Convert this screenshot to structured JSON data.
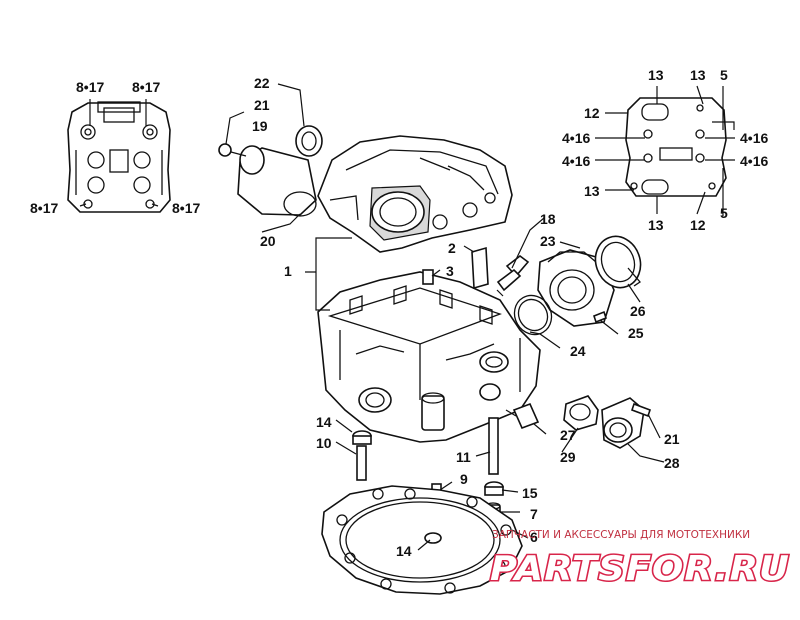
{
  "labels": {
    "tl_8_17_a": "8•17",
    "tl_8_17_b": "8•17",
    "tl_8_17_c": "8•17",
    "tl_8_17_d": "8•17",
    "tr_13_a": "13",
    "tr_13_b": "13",
    "tr_5_a": "5",
    "tr_12_a": "12",
    "tr_4_16_a": "4•16",
    "tr_4_16_b": "4•16",
    "tr_4_16_c": "4•16",
    "tr_4_16_d": "4•16",
    "tr_13_c": "13",
    "tr_13_d": "13",
    "tr_12_b": "12",
    "tr_5_b": "5",
    "p22": "22",
    "p21a": "21",
    "p19": "19",
    "p20": "20",
    "p1": "1",
    "p2": "2",
    "p3": "3",
    "p18": "18",
    "p23": "23",
    "p26": "26",
    "p25": "25",
    "p24": "24",
    "p14a": "14",
    "p10": "10",
    "p27": "27",
    "p29": "29",
    "p21b": "21",
    "p28": "28",
    "p11": "11",
    "p9": "9",
    "p15": "15",
    "p7": "7",
    "p6": "6",
    "p14b": "14"
  },
  "watermark": {
    "tagline": "ЗАПЧАСТИ И АКСЕССУАРЫ ДЛЯ МОТОТЕХНИКИ",
    "logo": "PARTSFOR.RU"
  }
}
